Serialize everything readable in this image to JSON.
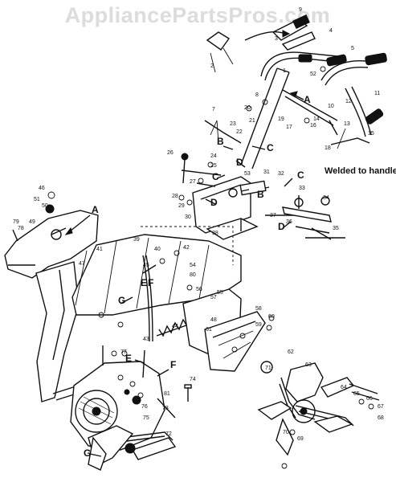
{
  "watermark": "AppliancePartsPros.com",
  "note": "Welded to handle",
  "letter_callouts": [
    "A",
    "B",
    "C",
    "D",
    "C",
    "B",
    "D",
    "C",
    "D",
    "E",
    "F",
    "G",
    "E",
    "F",
    "G",
    "A"
  ],
  "part_numbers": [
    "1",
    "2",
    "3",
    "4",
    "5",
    "6",
    "7",
    "8",
    "9",
    "10",
    "11",
    "12",
    "13",
    "14",
    "15",
    "16",
    "17",
    "18",
    "19",
    "20",
    "21",
    "22",
    "23",
    "24",
    "25",
    "26",
    "27",
    "28",
    "29",
    "30",
    "31",
    "32",
    "33",
    "34",
    "35",
    "36",
    "37",
    "38",
    "39",
    "40",
    "41",
    "42",
    "43",
    "44",
    "45",
    "46",
    "47",
    "48",
    "49",
    "50",
    "51",
    "52",
    "53",
    "54",
    "55",
    "56",
    "57",
    "58",
    "59",
    "60",
    "61",
    "62",
    "63",
    "64",
    "65",
    "66",
    "67",
    "68",
    "69",
    "70",
    "71",
    "72",
    "73",
    "74",
    "75",
    "76",
    "77",
    "78",
    "79",
    "80",
    "81"
  ]
}
